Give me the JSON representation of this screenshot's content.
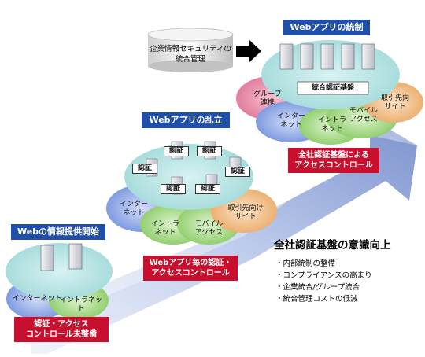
{
  "header": {
    "db_label": "企業情報セキュリティの\n統合管理",
    "control_title": "Webアプリの統制"
  },
  "stage3": {
    "title": "Webアプリの統制",
    "platform": "統合認証基盤",
    "nodes": [
      "グループ\n連携",
      "インター\nネット",
      "イントラ\nネット",
      "モバイル\nアクセス",
      "取引先向\nサイト"
    ],
    "result": "全社認証基盤による\nアクセスコントロール"
  },
  "stage2": {
    "title": "Webアプリの乱立",
    "server_label": "認証",
    "nodes": [
      "インター\nネット",
      "イントラ\nネット",
      "モバイル\nアクセス",
      "取引先向け\nサイト"
    ],
    "result": "Webアプリ毎の認証・\nアクセスコントロール"
  },
  "stage1": {
    "title": "Webの情報提供開始",
    "nodes": [
      "インターネット",
      "イントラネット"
    ],
    "result": "認証・アクセス\nコントロール未整備"
  },
  "benefits": {
    "title": "全社認証基盤の意識向上",
    "items": [
      "内部統制の整備",
      "コンプライアンスの高まり",
      "企業統合/グループ統合",
      "統合管理コストの低減"
    ]
  },
  "colors": {
    "label_blue": "#1f4fa8",
    "label_red": "#c8102e",
    "ellipse_teal": "#b8e4e4",
    "pink": "#e88aa6",
    "blue": "#8aa6e6",
    "green": "#a6d98a",
    "orange": "#f0c08a"
  }
}
